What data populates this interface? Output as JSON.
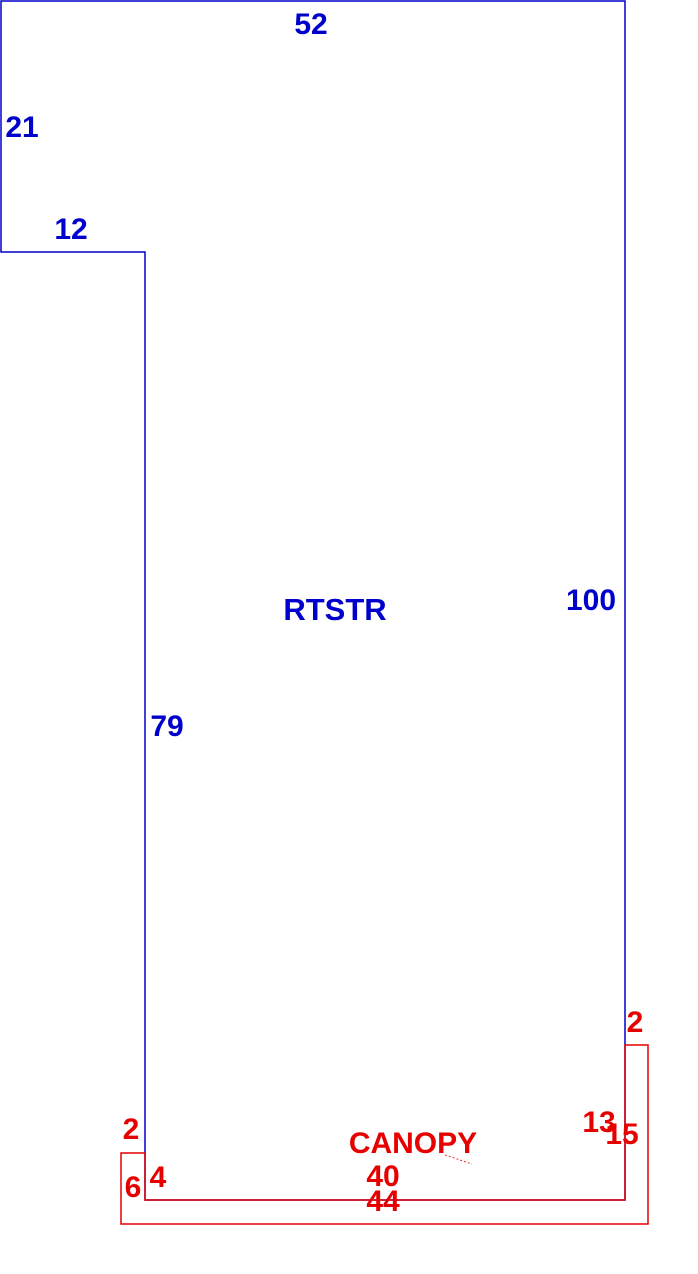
{
  "colors": {
    "structure": "#0000cc",
    "canopy": "#e60000",
    "background": "#ffffff"
  },
  "structure": {
    "name": "RTSTR",
    "dimensions": {
      "top": "52",
      "left_upper": "21",
      "step": "12",
      "right": "100",
      "left_lower": "79"
    }
  },
  "canopy": {
    "name": "CANOPY",
    "dimensions": {
      "left_top": "2",
      "left_side": "6",
      "left_inner": "4",
      "inner_bottom": "40",
      "outer_bottom": "44",
      "right_top": "2",
      "right_inner": "13",
      "right_outer": "15"
    }
  }
}
